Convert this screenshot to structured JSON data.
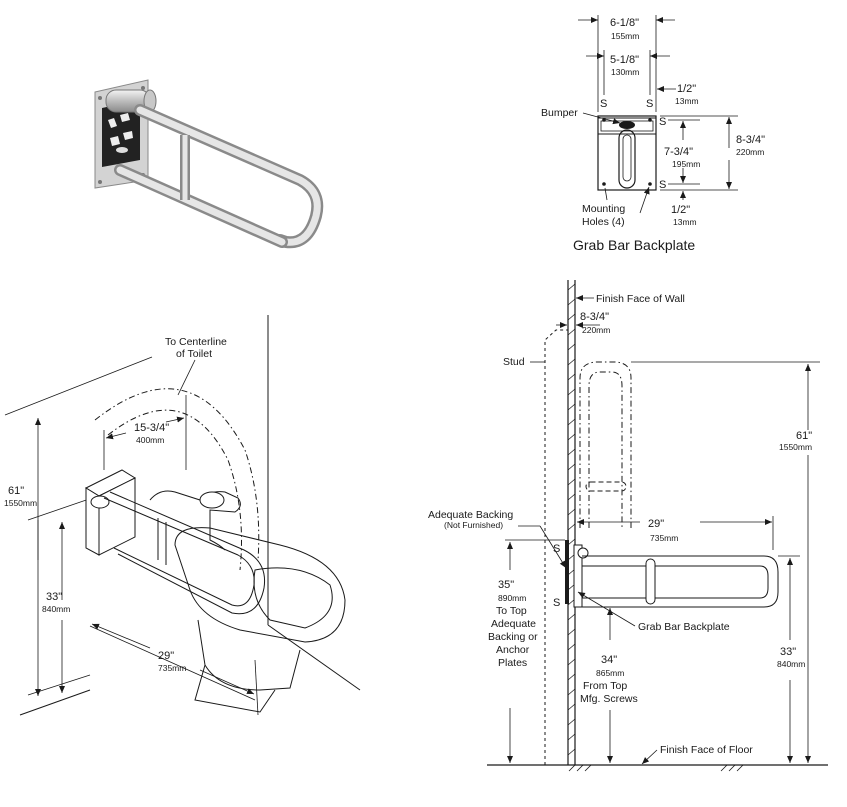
{
  "backplate": {
    "caption": "Grab Bar Backplate",
    "dim_overall_w": "6-1/8\"",
    "dim_overall_w_mm": "155mm",
    "dim_holes_w": "5-1/8\"",
    "dim_holes_w_mm": "130mm",
    "dim_edge_top": "1/2\"",
    "dim_edge_top_mm": "13mm",
    "dim_height": "8-3/4\"",
    "dim_height_mm": "220mm",
    "dim_holes_h": "7-3/4\"",
    "dim_holes_h_mm": "195mm",
    "dim_edge_bottom": "1/2\"",
    "dim_edge_bottom_mm": "13mm",
    "bumper_label": "Bumper",
    "mounting_line1": "Mounting",
    "mounting_line2": "Holes (4)",
    "s_marker": "S"
  },
  "perspective": {
    "centerline_line1": "To Centerline",
    "centerline_line2": "of Toilet",
    "dim_offset": "15-3/4\"",
    "dim_offset_mm": "400mm",
    "dim_height": "61\"",
    "dim_height_mm": "1550mm",
    "dim_bar_height": "33\"",
    "dim_bar_height_mm": "840mm",
    "dim_length": "29\"",
    "dim_length_mm": "735mm"
  },
  "elevation": {
    "wall_label": "Finish Face of Wall",
    "floor_label": "Finish Face of Floor",
    "stud_label": "Stud",
    "dim_depth": "8-3/4\"",
    "dim_depth_mm": "220mm",
    "dim_up_height": "61\"",
    "dim_up_height_mm": "1550mm",
    "dim_length": "29\"",
    "dim_length_mm": "735mm",
    "dim_bar_height": "33\"",
    "dim_bar_height_mm": "840mm",
    "backing_label": "Adequate Backing",
    "backing_sub": "(Not Furnished)",
    "backplate_label": "Grab Bar Backplate",
    "dim_backing_top": "35\"",
    "dim_backing_top_mm": "890mm",
    "backing_note_1": "To Top",
    "backing_note_2": "Adequate",
    "backing_note_3": "Backing or",
    "backing_note_4": "Anchor",
    "backing_note_5": "Plates",
    "dim_screws": "34\"",
    "dim_screws_mm": "865mm",
    "screws_note_1": "From Top",
    "screws_note_2": "Mfg. Screws",
    "s_marker": "S"
  },
  "colors": {
    "line": "#1a1a1a",
    "steel_light": "#e6e6e6",
    "steel_mid": "#b5b5b5",
    "steel_dark": "#7a7a7a",
    "plate_label": "#111111"
  }
}
